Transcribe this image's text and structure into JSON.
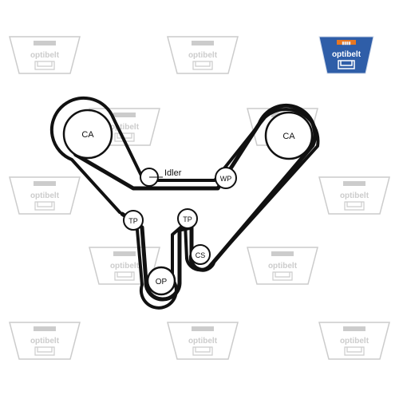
{
  "brand": {
    "logo_text": "optibelt",
    "logo_colors": {
      "bg": "#2f5ea8",
      "accent": "#e87722"
    }
  },
  "watermark": {
    "text": "optibelt",
    "color": "#cccccc"
  },
  "diagram": {
    "belt_color": "#111111",
    "pulleys": [
      {
        "id": "ca-left",
        "label": "CA"
      },
      {
        "id": "ca-right",
        "label": "CA"
      },
      {
        "id": "idler",
        "label": "Idler"
      },
      {
        "id": "wp",
        "label": "WP"
      },
      {
        "id": "tp-left",
        "label": "TP"
      },
      {
        "id": "tp-right",
        "label": "TP"
      },
      {
        "id": "cs",
        "label": "CS"
      },
      {
        "id": "op",
        "label": "OP"
      }
    ]
  }
}
